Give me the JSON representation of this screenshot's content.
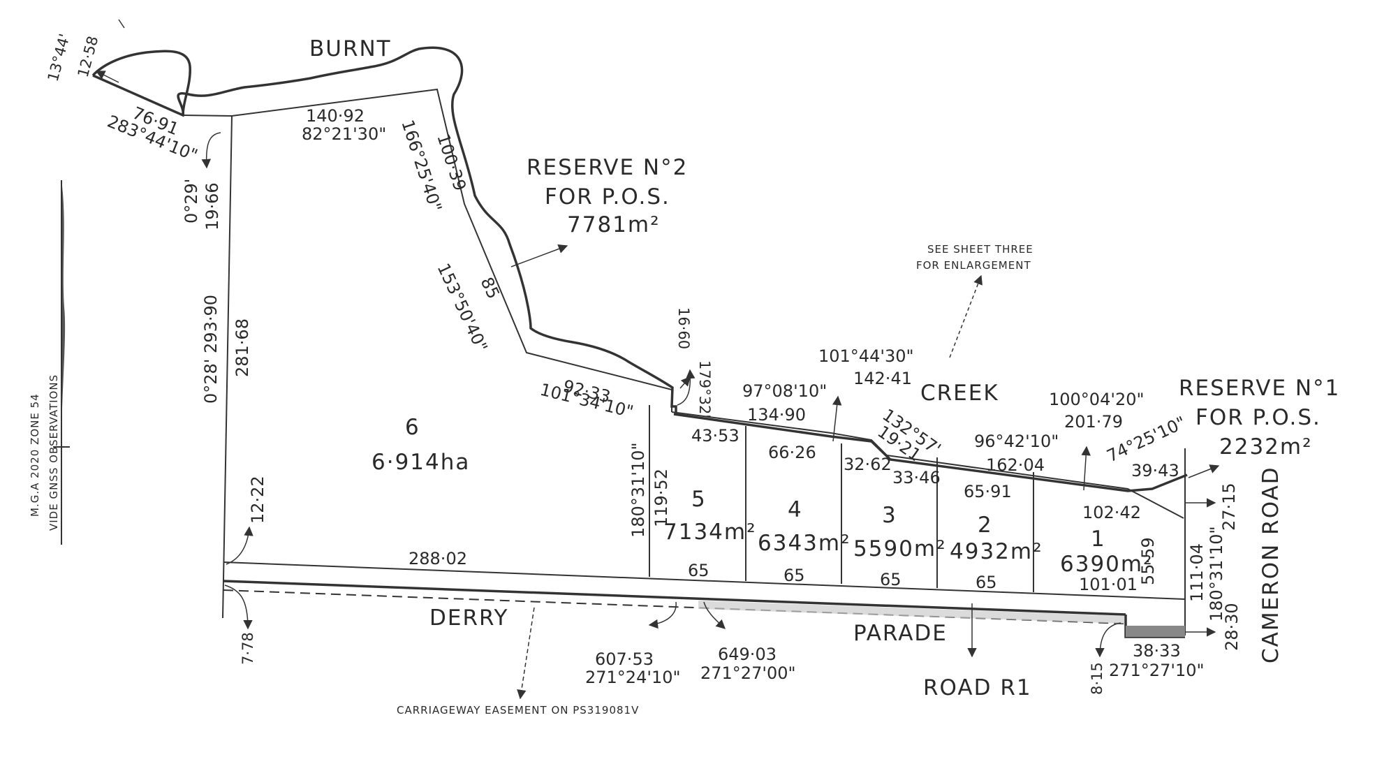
{
  "streets": {
    "burnt": "BURNT",
    "creek": "CREEK",
    "derry": "DERRY",
    "parade": "PARADE",
    "road_r1": "ROAD R1",
    "cameron_road": "CAMERON ROAD"
  },
  "reserves": {
    "no2": {
      "line1": "RESERVE N°2",
      "line2": "FOR P.O.S.",
      "area": "7781m²"
    },
    "no1": {
      "line1": "RESERVE N°1",
      "line2": "FOR P.O.S.",
      "area": "2232m²"
    }
  },
  "lots": [
    {
      "number": "6",
      "area": "6·914ha"
    },
    {
      "number": "5",
      "area": "7134m²"
    },
    {
      "number": "4",
      "area": "6343m²"
    },
    {
      "number": "3",
      "area": "5590m²"
    },
    {
      "number": "2",
      "area": "4932m²"
    },
    {
      "number": "1",
      "area": "6390m²"
    }
  ],
  "notes": {
    "see_sheet_l1": "SEE SHEET THREE",
    "see_sheet_l2": "FOR ENLARGEMENT",
    "easement": "CARRIAGEWAY EASEMENT ON PS319081V",
    "mga_l1": "M.G.A 2020 ZONE 54",
    "mga_l2": "VIDE GNSS OBSERVATIONS"
  },
  "dims": {
    "d_13_44": "13°44'",
    "d_12_58": "12·58",
    "d_76_91": "76·91",
    "d_283_44_10": "283°44'10\"",
    "d_140_92": "140·92",
    "d_82_21_30": "82°21'30\"",
    "d_166_25_40": "166°25'40\"",
    "d_100_39": "100·39",
    "d_0_29": "0°29'",
    "d_19_66": "19·66",
    "d_153_50_40": "153°50'40\"",
    "d_85": "85",
    "d_0_28_293_90": "0°28' 293·90",
    "d_281_68": "281·68",
    "d_92_33": "92·33",
    "d_101_34_10": "101°34'10\"",
    "d_179_32": "179°32'",
    "d_16_60": "16·60",
    "d_97_08_10": "97°08'10\"",
    "d_134_90": "134·90",
    "d_101_44_30": "101°44'30\"",
    "d_142_41": "142·41",
    "d_132_57": "132°57'",
    "d_19_21": "19·21",
    "d_100_04_20": "100°04'20\"",
    "d_201_79": "201·79",
    "d_96_42_10": "96°42'10\"",
    "d_162_04": "162·04",
    "d_74_25_10": "74°25'10\"",
    "d_39_43": "39·43",
    "d_43_53": "43·53",
    "d_66_26": "66·26",
    "d_32_62": "32·62",
    "d_33_46": "33·46",
    "d_65_91": "65·91",
    "d_102_42": "102·42",
    "d_27_15": "27·15",
    "d_180_31_10_a": "180°31'10\"",
    "d_119_52": "119·52",
    "d_12_22": "12·22",
    "d_288_02": "288·02",
    "d_65_a": "65",
    "d_65_b": "65",
    "d_65_c": "65",
    "d_65_d": "65",
    "d_101_01": "101·01",
    "d_55_59": "55·59",
    "d_111_04": "111·04",
    "d_180_31_10_b": "180°31'10\"",
    "d_7_78": "7·78",
    "d_607_53": "607·53",
    "d_271_24_10": "271°24'10\"",
    "d_649_03": "649·03",
    "d_271_27_00": "271°27'00\"",
    "d_28_30": "28·30",
    "d_38_33": "38·33",
    "d_8_15": "8·15",
    "d_271_27_10": "271°27'10\""
  }
}
